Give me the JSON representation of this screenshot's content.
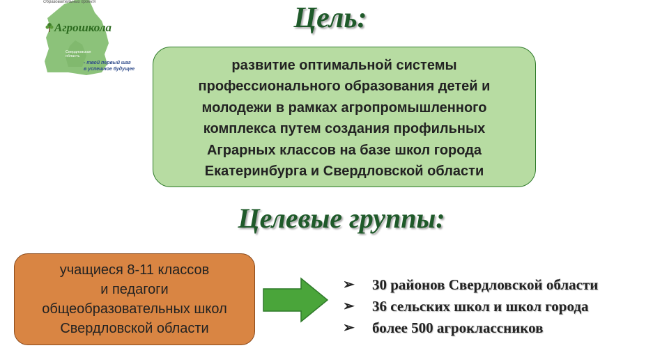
{
  "logo": {
    "top_text": "Образовательный проект",
    "name": "Агрошкола",
    "region": "Свердловская область",
    "tagline": [
      "- твой первый шаг",
      "в успешное будущее"
    ]
  },
  "goal": {
    "heading": "Цель:",
    "lines": [
      "развитие оптимальной системы",
      "профессионального образования детей и",
      "молодежи в рамках агропромышленного",
      "комплекса путем создания профильных",
      "Аграрных классов на базе школ города",
      "Екатеринбурга и Свердловской области"
    ]
  },
  "target_groups": {
    "heading": "Целевые группы:",
    "box_lines": [
      "учащиеся 8-11 классов",
      "и педагоги",
      "общеобразовательных школ",
      "Свердловской области"
    ],
    "bullet_glyph": "➢",
    "bullets": [
      "30 районов Свердловской области",
      "36 сельских школ и школ города",
      "более 500 агроклассников"
    ]
  },
  "colors": {
    "heading": "#1f5a2a",
    "goal_box": "#b7dca2",
    "groups_box": "#d98543",
    "arrow": "#4aa53a",
    "logo_map": "#8cc27a"
  }
}
